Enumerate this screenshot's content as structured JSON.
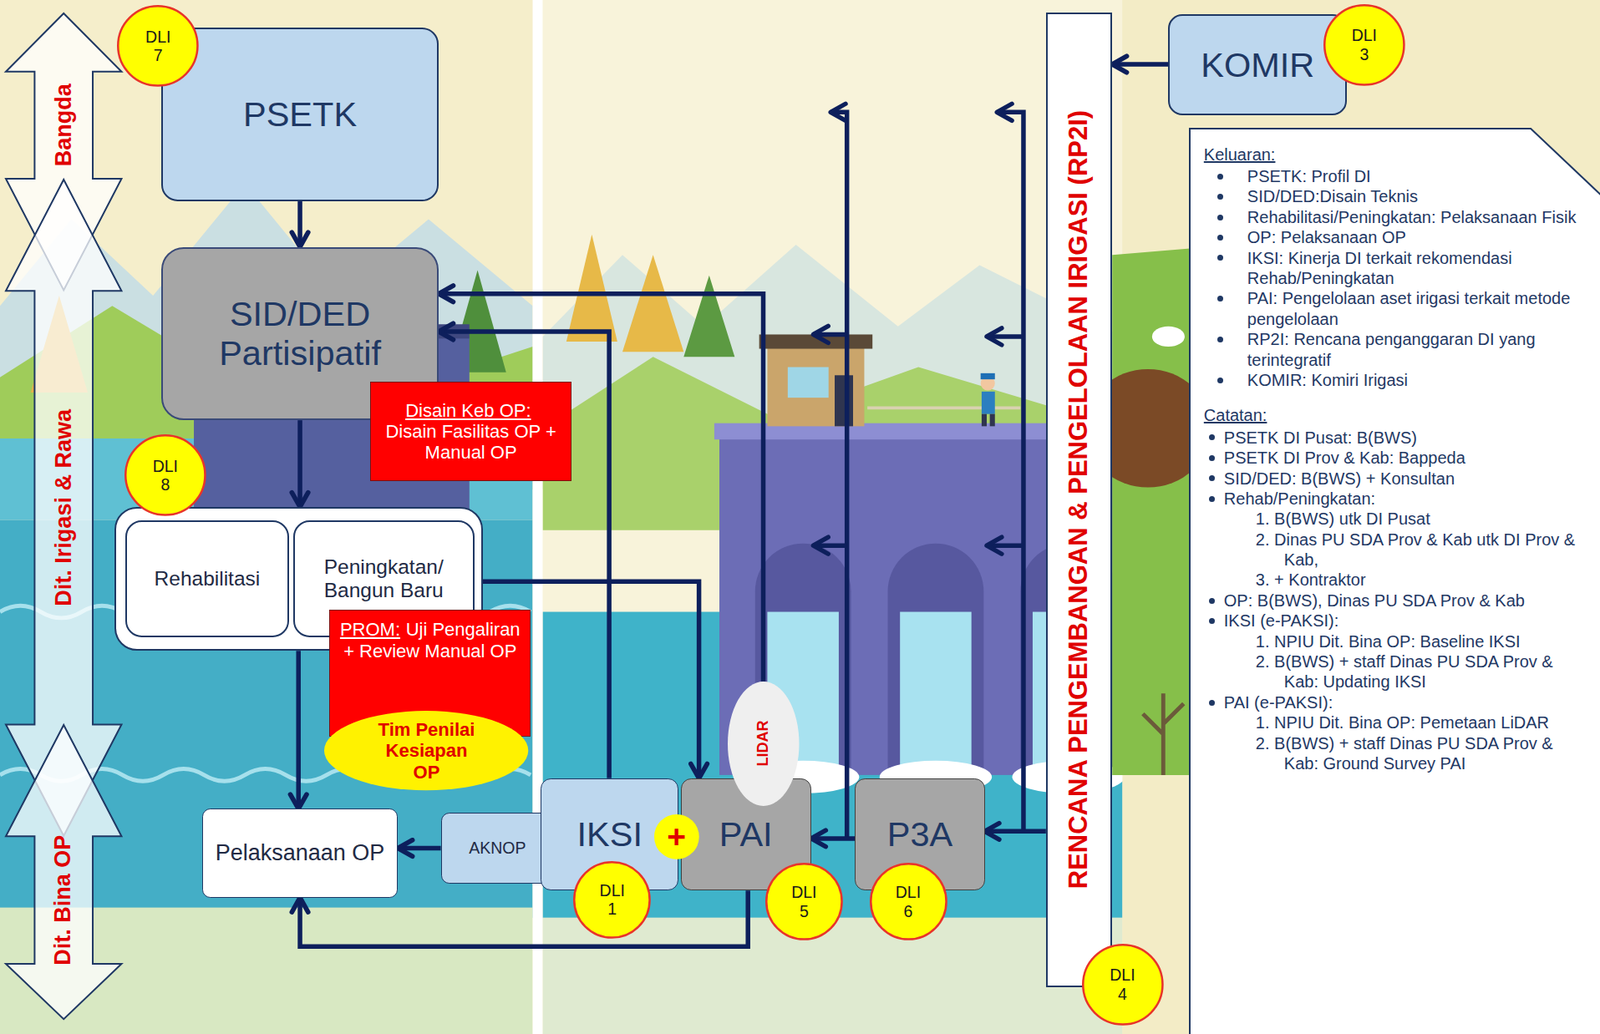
{
  "diagram": {
    "nodes": [
      {
        "text": [
          "Bangda"
        ]
      },
      {
        "text": [
          "Dit. Irigasi & Rawa"
        ]
      },
      {
        "text": [
          "Dit. Bina OP"
        ]
      },
      {
        "text": [
          "PSETK"
        ]
      },
      {
        "text": [
          "DLI 7"
        ]
      },
      {
        "text": [
          "SID/DED Partisipatif"
        ]
      },
      {
        "text": [
          "Disain Keb OP:",
          "Disain Fasilitas OP + Manual OP"
        ]
      },
      {
        "text": [
          "DLI 8"
        ]
      },
      {
        "text": []
      },
      {
        "text": [
          "Rehabilitasi"
        ],
        "in": 8
      },
      {
        "text": [
          "Peningkatan/ Bangun Baru"
        ],
        "in": 8
      },
      {
        "text": [
          "PROM:",
          "Uji Pengaliran + Review Manual OP"
        ]
      },
      {
        "text": [
          "Tim Penilai Kesiapan OP"
        ]
      },
      {
        "text": [
          "LIDAR"
        ]
      },
      {
        "text": [
          "Pelaksanaan OP"
        ]
      },
      {
        "text": [
          "AKNOP"
        ]
      },
      {
        "text": [
          "IKSI"
        ]
      },
      {
        "text": [
          "+"
        ]
      },
      {
        "text": [
          "PAI"
        ]
      },
      {
        "text": [
          "P3A"
        ]
      },
      {
        "text": [
          "DLI 1"
        ]
      },
      {
        "text": [
          "DLI 5"
        ]
      },
      {
        "text": [
          "DLI 6"
        ]
      },
      {
        "text": [
          "RENCANA PENGEMBANGAN & PENGELOLAAN IRIGASI (RP2I)"
        ]
      },
      {
        "text": [
          "DLI 4"
        ]
      },
      {
        "text": [
          "KOMIR"
        ]
      },
      {
        "text": [
          "DLI 3"
        ]
      },
      {
        "text": [
          "Keluaran:",
          "PSETK: Profil DI",
          "SID/DED:Disain Teknis",
          "Rehabilitasi/Peningkatan: Pelaksanaan Fisik",
          "OP: Pelaksanaan OP",
          "IKSI: Kinerja DI terkait rekomendasi Rehab/Peningkatan",
          "PAI: Pengelolaan aset irigasi terkait metode pengelolaan",
          "RP2I: Rencana penganggaran DI yang terintegratif",
          "KOMIR: Komiri Irigasi",
          "Catatan:",
          "PSETK DI Pusat: B(BWS)",
          "PSETK DI Prov & Kab: Bappeda",
          "SID/DED: B(BWS) + Konsultan",
          "Rehab/Peningkatan:",
          "1. B(BWS) utk DI Pusat",
          "2. Dinas PU SDA Prov & Kab utk DI Prov & Kab,",
          "3. + Kontraktor",
          "OP: B(BWS), Dinas PU SDA Prov & Kab",
          "IKSI (e-PAKSI):",
          "1. NPIU Dit. Bina OP: Baseline IKSI",
          "2. B(BWS) + staff Dinas PU SDA Prov & Kab: Updating IKSI",
          "PAI (e-PAKSI):",
          "1. NPIU Dit. Bina OP: Pemetaan LiDAR",
          "2. B(BWS) + staff Dinas PU SDA Prov & Kab: Ground Survey PAI"
        ]
      }
    ],
    "edges": [
      {
        "from": 3,
        "to": 5,
        "arrow": "to"
      },
      {
        "from": 5,
        "to": 8,
        "arrow": "to"
      },
      {
        "from": 8,
        "to": 14,
        "arrow": "to"
      },
      {
        "from": 10,
        "to": 18,
        "arrow": "to"
      },
      {
        "from": 16,
        "to": 5,
        "arrow": "to"
      },
      {
        "from": 13,
        "to": 5,
        "arrow": "to"
      },
      {
        "from": 18,
        "to": 14,
        "arrow": "to"
      },
      {
        "from": 15,
        "to": 14,
        "arrow": "to"
      },
      {
        "from": 19,
        "to": 18,
        "arrow": "to"
      },
      {
        "from": 23,
        "to": 19,
        "arrow": "to"
      },
      {
        "from": 25,
        "to": 23,
        "arrow": "to"
      }
    ]
  }
}
